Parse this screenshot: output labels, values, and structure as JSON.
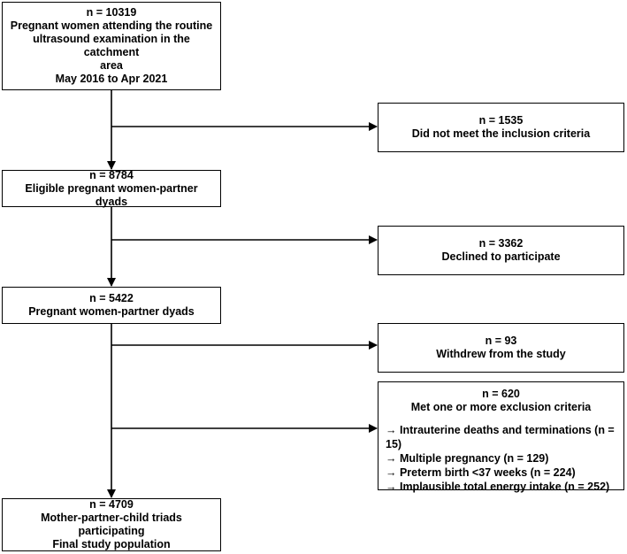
{
  "diagram": {
    "boxes": {
      "start": {
        "lines": [
          "n = 10319",
          "Pregnant women attending the routine",
          "ultrasound examination in the catchment",
          "area",
          "May 2016 to Apr 2021"
        ]
      },
      "eligible": {
        "lines": [
          "n = 8784",
          "Eligible pregnant women-partner dyads"
        ]
      },
      "pregnant": {
        "lines": [
          "n = 5422",
          "Pregnant women-partner dyads"
        ]
      },
      "final": {
        "lines": [
          "n = 4709",
          "Mother-partner-child triads participating",
          "Final study population"
        ]
      }
    },
    "exclusions": {
      "excl1": {
        "lines": [
          "n = 1535",
          "Did not meet the inclusion criteria"
        ]
      },
      "excl2": {
        "lines": [
          "n = 3362",
          "Declined to participate"
        ]
      },
      "excl3": {
        "lines": [
          "n = 93",
          "Withdrew from the study"
        ]
      },
      "excl4": {
        "lines": [
          "n = 620",
          "Met one or more exclusion criteria"
        ],
        "criteria": [
          "→ Intrauterine deaths and terminations (n = 15)",
          "→ Multiple pregnancy (n = 129)",
          "→ Preterm birth <37 weeks (n = 224)",
          "→ Implausible total energy intake (n = 252)"
        ]
      }
    }
  }
}
